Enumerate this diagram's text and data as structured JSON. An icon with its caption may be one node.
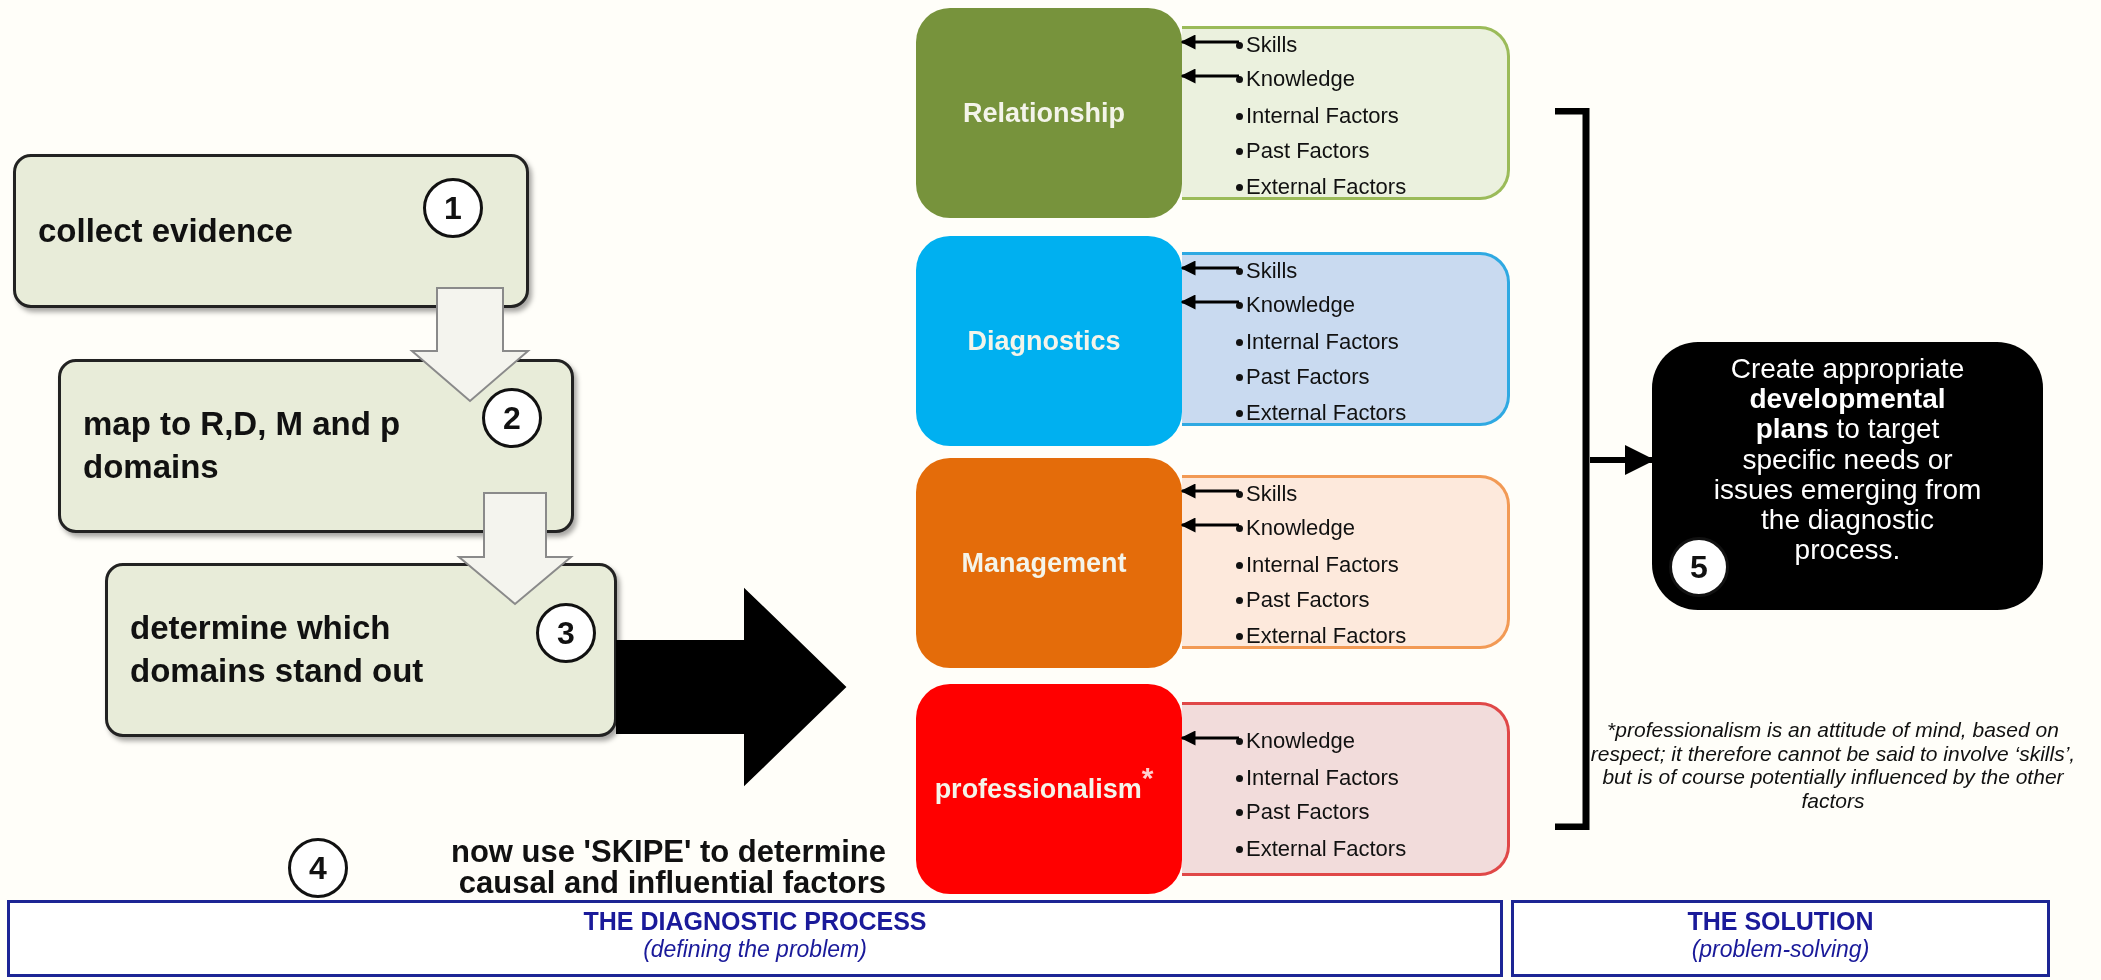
{
  "diagram": {
    "nodes": [
      {
        "text": [
          "collect evidence"
        ]
      },
      {
        "text": [
          "1"
        ],
        "in": 0
      },
      {
        "text": [
          "map to R,D, M and p domains"
        ]
      },
      {
        "text": [
          "2"
        ],
        "in": 2
      },
      {
        "text": [
          "determine which domains stand out"
        ]
      },
      {
        "text": [
          "3"
        ],
        "in": 4
      },
      {
        "text": [
          "4"
        ]
      },
      {
        "text": [
          "Relationship"
        ]
      },
      {
        "text": [],
        "shape": "box"
      },
      {
        "text": [
          "Skills"
        ],
        "in": 8
      },
      {
        "text": [
          "Knowledge"
        ],
        "in": 8
      },
      {
        "text": [
          "Internal Factors"
        ],
        "in": 8
      },
      {
        "text": [
          "Past Factors"
        ],
        "in": 8
      },
      {
        "text": [
          "External Factors"
        ],
        "in": 8
      },
      {
        "text": [
          "Diagnostics"
        ]
      },
      {
        "text": [],
        "shape": "box"
      },
      {
        "text": [
          "Skills"
        ],
        "in": 15
      },
      {
        "text": [
          "Knowledge"
        ],
        "in": 15
      },
      {
        "text": [
          "Internal Factors"
        ],
        "in": 15
      },
      {
        "text": [
          "Past Factors"
        ],
        "in": 15
      },
      {
        "text": [
          "External Factors"
        ],
        "in": 15
      },
      {
        "text": [
          "Management"
        ]
      },
      {
        "text": [],
        "shape": "box"
      },
      {
        "text": [
          "Skills"
        ],
        "in": 22
      },
      {
        "text": [
          "Knowledge"
        ],
        "in": 22
      },
      {
        "text": [
          "Internal Factors"
        ],
        "in": 22
      },
      {
        "text": [
          "Past Factors"
        ],
        "in": 22
      },
      {
        "text": [
          "External Factors"
        ],
        "in": 22
      },
      {
        "text": [
          "professionalism$^{*}$"
        ]
      },
      {
        "text": [],
        "shape": "box"
      },
      {
        "text": [
          "Knowledge"
        ],
        "in": 29
      },
      {
        "text": [
          "Internal Factors"
        ],
        "in": 29
      },
      {
        "text": [
          "Past Factors"
        ],
        "in": 29
      },
      {
        "text": [
          "External Factors"
        ],
        "in": 29
      },
      {
        "text": [
          "Create appropriate **developmental plans** to target specific needs or issues emerging from the diagnostic process."
        ]
      },
      {
        "text": [
          "5"
        ],
        "in": 34
      },
      {
        "text": [
          "THE DIAGNOSTIC PROCESS",
          "(defining the problem)"
        ]
      },
      {
        "text": [
          "THE SOLUTION",
          "(problem-solving)"
        ]
      },
      {
        "text": [],
        "shape": "bracket"
      }
    ],
    "edges": [
      {
        "from": 0,
        "to": 2,
        "arrow": "to",
        "style": "thick",
        "color": "#f4f4ee"
      },
      {
        "from": 2,
        "to": 4,
        "arrow": "to",
        "style": "thick",
        "color": "#f4f4ee"
      },
      {
        "from": 4,
        "to": null,
        "arrow": "to",
        "style": "thick",
        "color": "#000000"
      },
      {
        "from": 9,
        "to": 7,
        "arrow": "to"
      },
      {
        "from": 10,
        "to": 7,
        "arrow": "to"
      },
      {
        "from": 16,
        "to": 14,
        "arrow": "to"
      },
      {
        "from": 17,
        "to": 14,
        "arrow": "to"
      },
      {
        "from": 23,
        "to": 21,
        "arrow": "to"
      },
      {
        "from": 24,
        "to": 21,
        "arrow": "to"
      },
      {
        "from": 30,
        "to": 28,
        "arrow": "to"
      },
      {
        "from": 38,
        "to": 34,
        "arrow": "to"
      }
    ],
    "labels": [
      "now use 'SKIPE' to determine causal and influential factors",
      "*professionalism is an attitude of mind, based on  respect; it therefore cannot be said to involve ‘skills’, but is of course potentially influenced by the other factors"
    ]
  }
}
